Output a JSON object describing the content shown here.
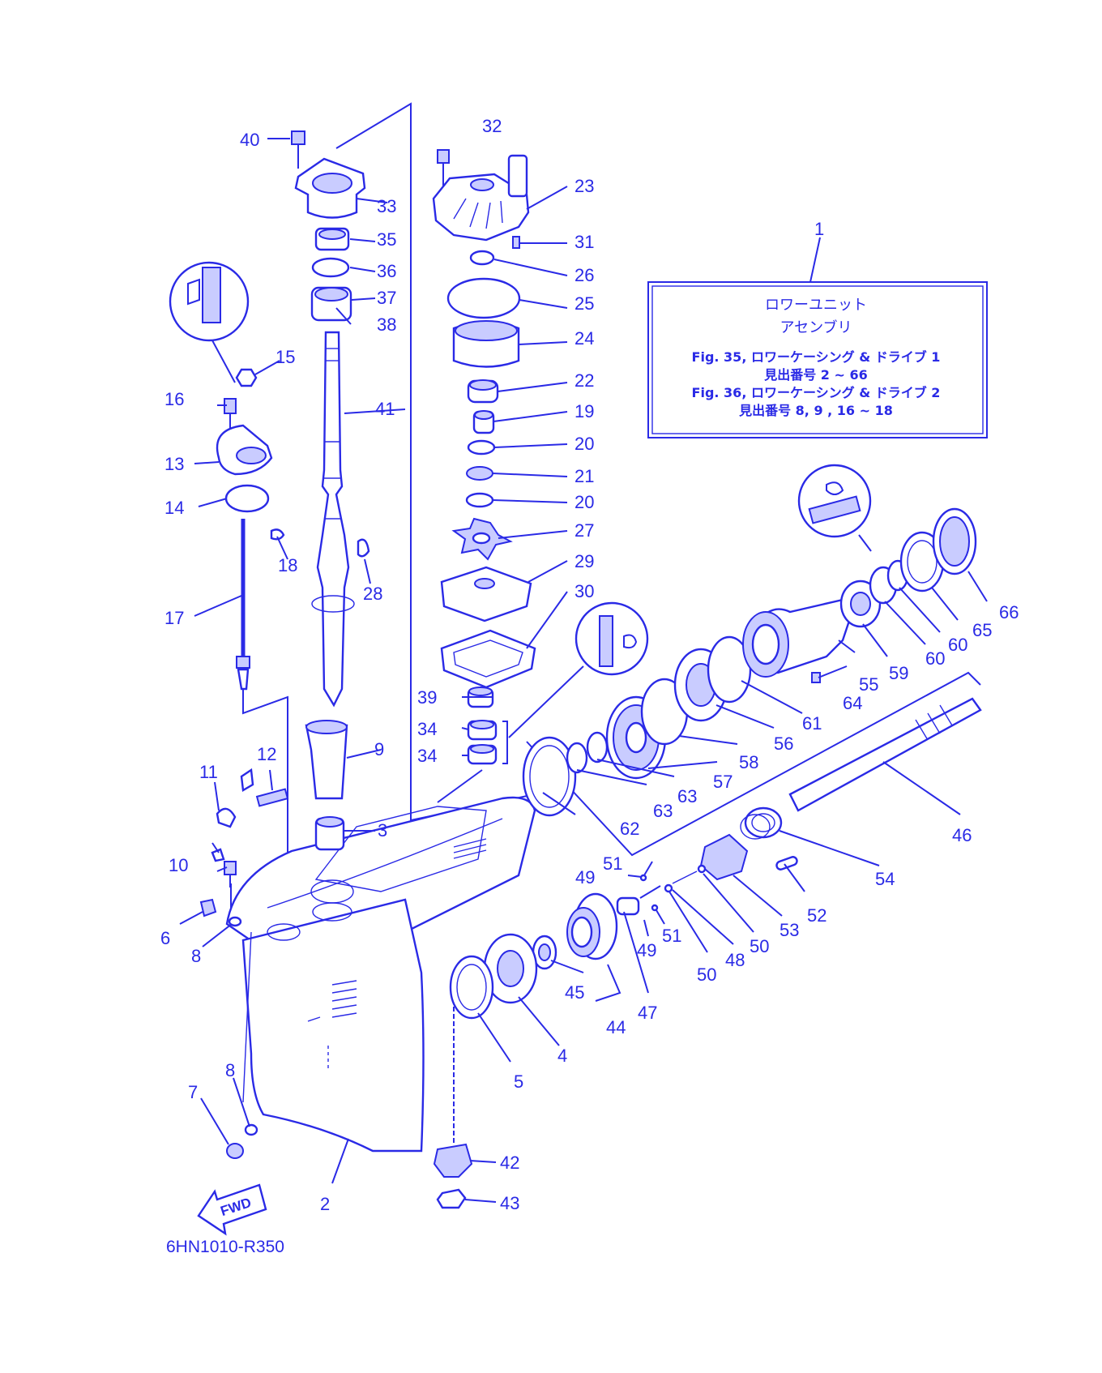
{
  "info_box": {
    "ref_number": "1",
    "title_line1": "ロワーユニット",
    "title_line2": "アセンブリ",
    "line1": "Fig. 35, ロワーケーシング & ドライブ 1",
    "line2": "見出番号 2 ~ 66",
    "line3": "Fig. 36, ロワーケーシング & ドライブ 2",
    "line4": "見出番号 8, 9 , 16 ~ 18"
  },
  "diagram_code": "6HN1010-R350",
  "fwd_label": "FWD",
  "colors": {
    "ink": "#2a2ae6",
    "background": "#ffffff"
  },
  "labels": {
    "p2": "2",
    "p3": "3",
    "p4": "4",
    "p5": "5",
    "p6": "6",
    "p7": "7",
    "p8a": "8",
    "p8b": "8",
    "p9": "9",
    "p10": "10",
    "p11": "11",
    "p12": "12",
    "p13": "13",
    "p14": "14",
    "p15": "15",
    "p16": "16",
    "p17": "17",
    "p18": "18",
    "p19": "19",
    "p20a": "20",
    "p20b": "20",
    "p21": "21",
    "p22": "22",
    "p23": "23",
    "p24": "24",
    "p25": "25",
    "p26": "26",
    "p27": "27",
    "p28": "28",
    "p29": "29",
    "p30": "30",
    "p31": "31",
    "p32": "32",
    "p33": "33",
    "p34a": "34",
    "p34b": "34",
    "p35": "35",
    "p36": "36",
    "p37": "37",
    "p38": "38",
    "p39": "39",
    "p40": "40",
    "p41": "41",
    "p42": "42",
    "p43": "43",
    "p44": "44",
    "p45": "45",
    "p46": "46",
    "p47": "47",
    "p48": "48",
    "p49a": "49",
    "p49b": "49",
    "p50a": "50",
    "p50b": "50",
    "p51a": "51",
    "p51b": "51",
    "p52": "52",
    "p53": "53",
    "p54": "54",
    "p55": "55",
    "p56": "56",
    "p57": "57",
    "p58": "58",
    "p59": "59",
    "p60a": "60",
    "p60b": "60",
    "p61": "61",
    "p62": "62",
    "p63a": "63",
    "p63b": "63",
    "p64": "64",
    "p65": "65",
    "p66": "66"
  }
}
